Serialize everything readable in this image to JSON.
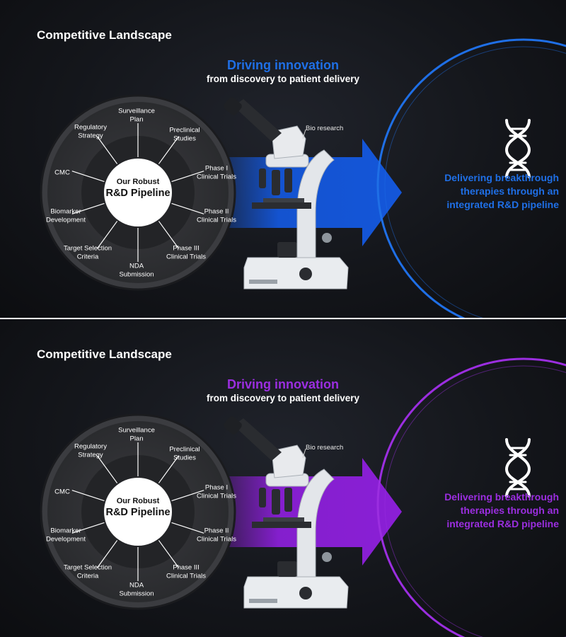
{
  "variants": [
    {
      "title": "Competitive Landscape",
      "headline": "Driving innovation",
      "subheadline": "from discovery to patient delivery",
      "callout": "Bio research",
      "tagline": "Delivering breakthrough\ntherapies through an\nintegrated R&D pipeline",
      "center_small": "Our Robust",
      "center_big": "R&D Pipeline",
      "accent": "#1f6fe6",
      "arrow_color": "#1456d9",
      "icon": "dna-icon"
    },
    {
      "title": "Competitive Landscape",
      "headline": "Driving innovation",
      "subheadline": "from discovery to patient delivery",
      "callout": "Bio research",
      "tagline": "Delivering breakthrough\ntherapies through an\nintegrated R&D pipeline",
      "center_small": "Our Robust",
      "center_big": "R&D Pipeline",
      "accent": "#9b2ee0",
      "arrow_color": "#8a1fd6",
      "icon": "dna-icon"
    }
  ],
  "stages": [
    "Surveillance\nPlan",
    "Preclinical\nStudies",
    "Phase I\nClinical Trials",
    "Phase II\nClinical Trials",
    "Phase III\nClinical Trials",
    "NDA\nSubmission",
    "Target Selection\nCriteria",
    "Biomarker\nDevelopment",
    "CMC",
    "Regulatory\nStrategy"
  ]
}
